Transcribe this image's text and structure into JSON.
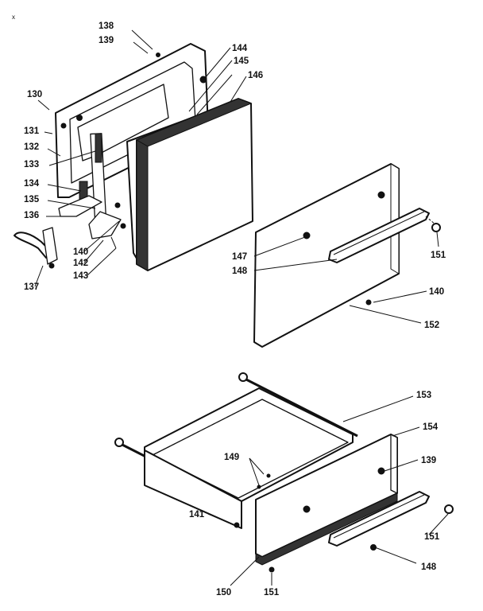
{
  "corner_mark": "x",
  "callouts": [
    {
      "id": "c138",
      "text": "138"
    },
    {
      "id": "c139a",
      "text": "139"
    },
    {
      "id": "c130",
      "text": "130"
    },
    {
      "id": "c131",
      "text": "131"
    },
    {
      "id": "c132",
      "text": "132"
    },
    {
      "id": "c133",
      "text": "133"
    },
    {
      "id": "c134",
      "text": "134"
    },
    {
      "id": "c135",
      "text": "135"
    },
    {
      "id": "c136",
      "text": "136"
    },
    {
      "id": "c140a",
      "text": "140"
    },
    {
      "id": "c142",
      "text": "142"
    },
    {
      "id": "c143",
      "text": "143"
    },
    {
      "id": "c137",
      "text": "137"
    },
    {
      "id": "c144",
      "text": "144"
    },
    {
      "id": "c145",
      "text": "145"
    },
    {
      "id": "c146",
      "text": "146"
    },
    {
      "id": "c147",
      "text": "147"
    },
    {
      "id": "c148a",
      "text": "148"
    },
    {
      "id": "c151a",
      "text": "151"
    },
    {
      "id": "c140b",
      "text": "140"
    },
    {
      "id": "c152",
      "text": "152"
    },
    {
      "id": "c153",
      "text": "153"
    },
    {
      "id": "c154",
      "text": "154"
    },
    {
      "id": "c149",
      "text": "149"
    },
    {
      "id": "c139b",
      "text": "139"
    },
    {
      "id": "c141",
      "text": "141"
    },
    {
      "id": "c151b",
      "text": "151"
    },
    {
      "id": "c148b",
      "text": "148"
    },
    {
      "id": "c150",
      "text": "150"
    },
    {
      "id": "c151c",
      "text": "151"
    }
  ]
}
